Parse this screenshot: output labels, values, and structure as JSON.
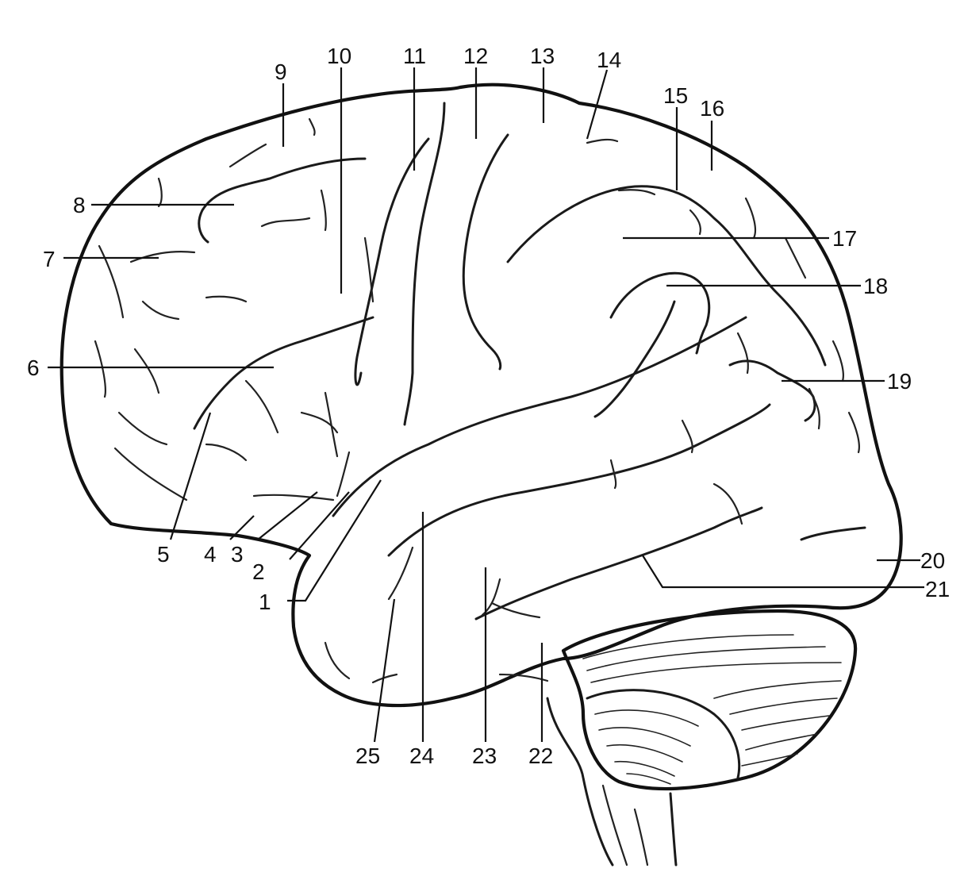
{
  "labels": [
    {
      "id": "1",
      "text": "1"
    },
    {
      "id": "2",
      "text": "2"
    },
    {
      "id": "3",
      "text": "3"
    },
    {
      "id": "4",
      "text": "4"
    },
    {
      "id": "5",
      "text": "5"
    },
    {
      "id": "6",
      "text": "6"
    },
    {
      "id": "7",
      "text": "7"
    },
    {
      "id": "8",
      "text": "8"
    },
    {
      "id": "9",
      "text": "9"
    },
    {
      "id": "10",
      "text": "10"
    },
    {
      "id": "11",
      "text": "11"
    },
    {
      "id": "12",
      "text": "12"
    },
    {
      "id": "13",
      "text": "13"
    },
    {
      "id": "14",
      "text": "14"
    },
    {
      "id": "15",
      "text": "15"
    },
    {
      "id": "16",
      "text": "16"
    },
    {
      "id": "17",
      "text": "17"
    },
    {
      "id": "18",
      "text": "18"
    },
    {
      "id": "19",
      "text": "19"
    },
    {
      "id": "20",
      "text": "20"
    },
    {
      "id": "21",
      "text": "21"
    },
    {
      "id": "22",
      "text": "22"
    },
    {
      "id": "23",
      "text": "23"
    },
    {
      "id": "24",
      "text": "24"
    },
    {
      "id": "25",
      "text": "25"
    }
  ]
}
